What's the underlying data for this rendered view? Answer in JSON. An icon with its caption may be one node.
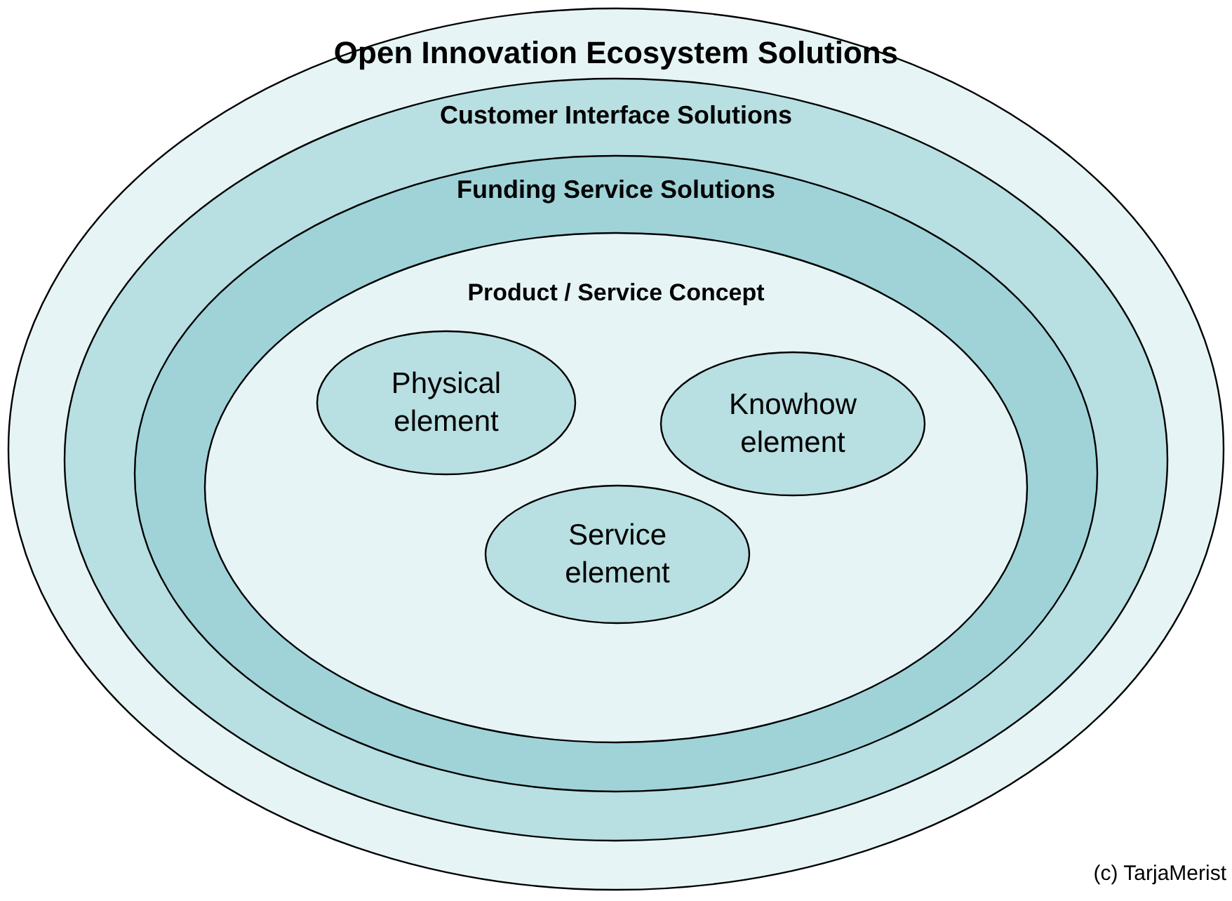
{
  "diagram": {
    "nodes": [
      {
        "text": [
          "Open Innovation Ecosystem Solutions"
        ]
      },
      {
        "text": [
          "Customer Interface Solutions"
        ],
        "in": 0
      },
      {
        "text": [
          "Funding Service Solutions"
        ],
        "in": 1
      },
      {
        "text": [
          "Product / Service Concept"
        ],
        "in": 2
      },
      {
        "text": [
          "Physical element"
        ],
        "in": 3
      },
      {
        "text": [
          "Knowhow element"
        ],
        "in": 3
      },
      {
        "text": [
          "Service element"
        ],
        "in": 3
      }
    ],
    "labels": [
      "(c) TarjaMerist"
    ]
  }
}
